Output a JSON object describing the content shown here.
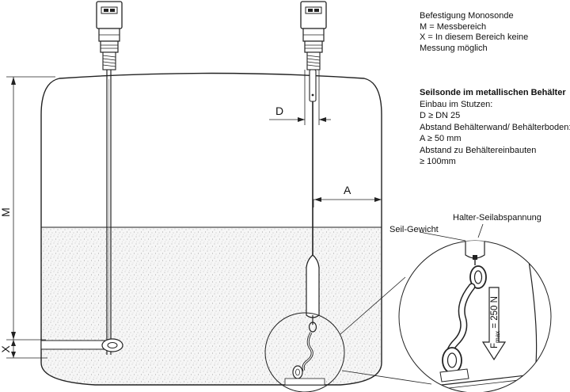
{
  "notes_general": {
    "title": "Befestigung Monosonde",
    "line1": "M = Messbereich",
    "line2": "X = In diesem Bereich keine",
    "line3": "Messung möglich"
  },
  "notes_rope": {
    "title": "Seilsonde im metallischen Behälter",
    "line1": "Einbau im Stutzen:",
    "line2": "D ≥ DN 25",
    "line3": "Abstand Behälterwand/ Behälterboden:",
    "line4": "A ≥ 50 mm",
    "line5": "Abstand zu Behältereinbauten",
    "line6": "≥ 100mm"
  },
  "dimensions": {
    "M": "M",
    "X": "X",
    "D": "D",
    "A": "A"
  },
  "detail": {
    "label_weight": "Seil-Gewicht",
    "label_anchor": "Halter-Seilabspannung",
    "force_label": "F",
    "force_sub": "max",
    "force_value": " = 250 N"
  }
}
